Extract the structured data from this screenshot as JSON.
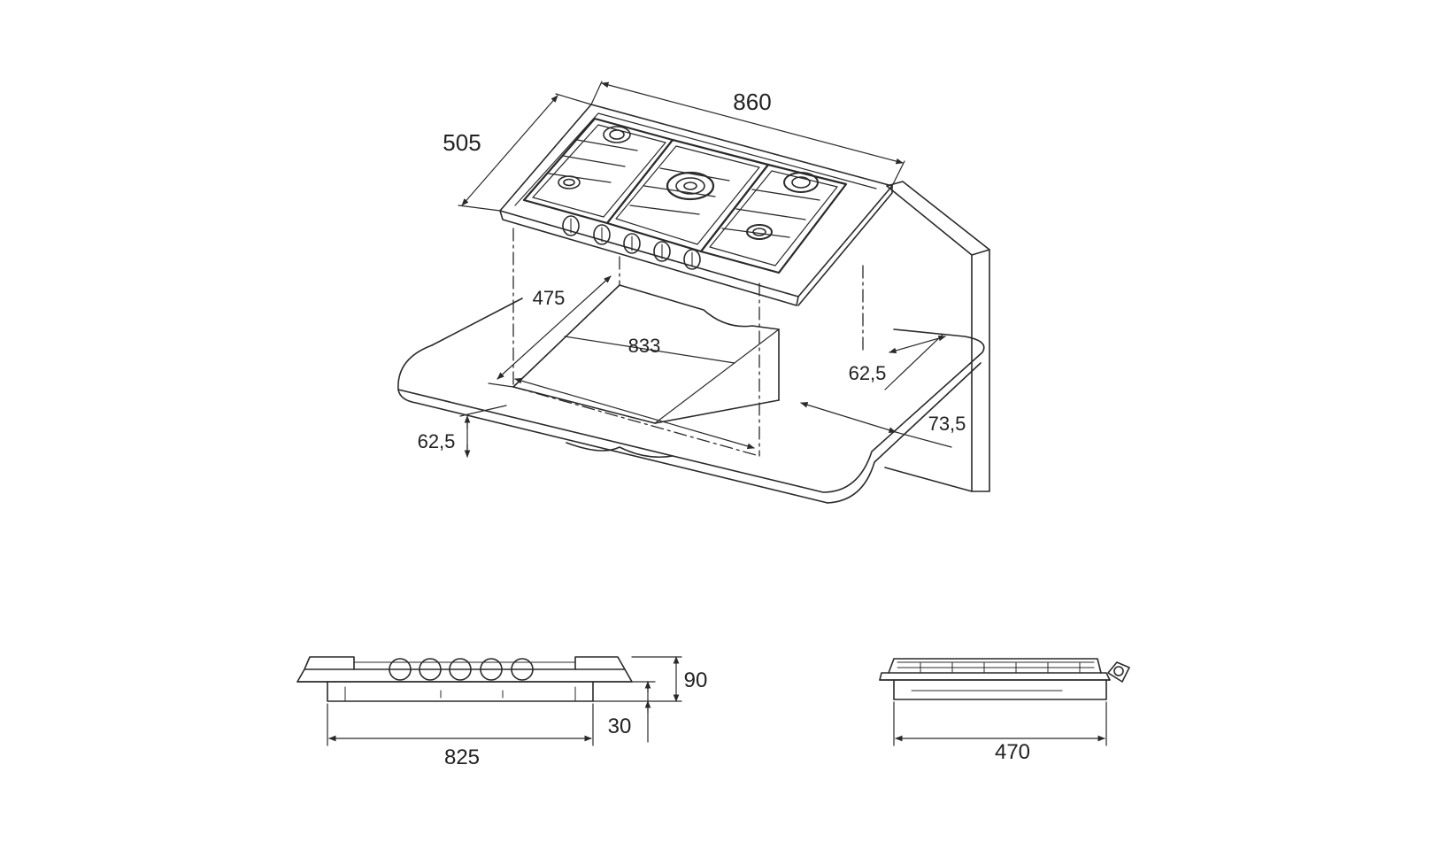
{
  "colors": {
    "line": "#2a2a2a",
    "background": "#ffffff"
  },
  "dimensions": {
    "width_top": "860",
    "depth_top": "505",
    "cutout_depth": "475",
    "cutout_width": "833",
    "right_margin": "62,5",
    "front_margin": "62,5",
    "wall_clearance": "73,5",
    "front_total_height": "90",
    "front_under_height": "30",
    "front_base_width": "825",
    "side_base_width": "470"
  }
}
